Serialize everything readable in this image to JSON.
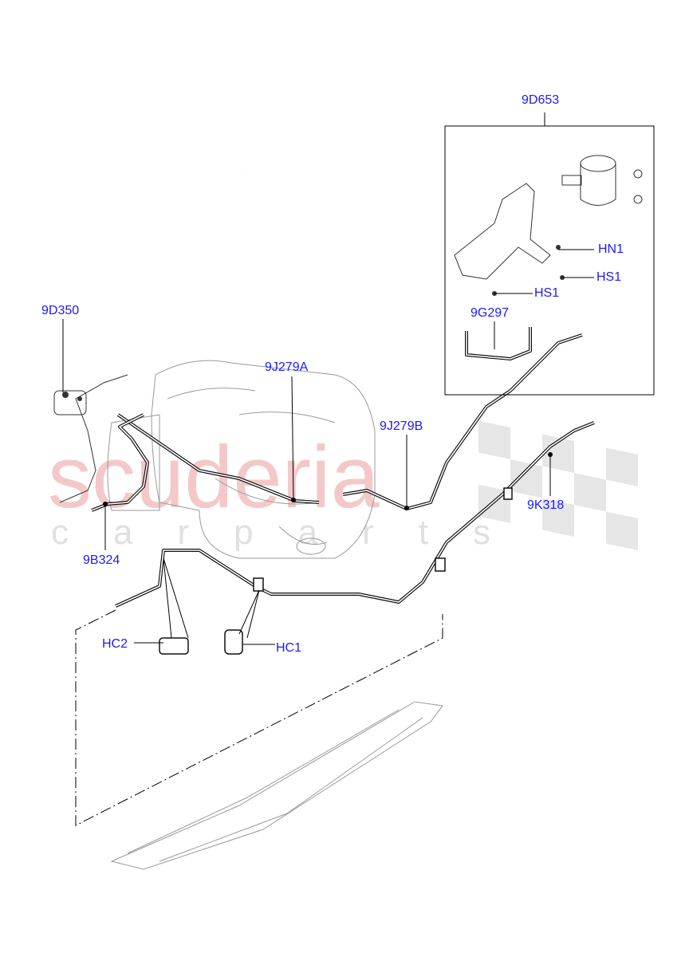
{
  "watermark": {
    "brand": "scuderia",
    "sub": "car parts"
  },
  "labels": {
    "l9D653": "9D653",
    "l9D350": "9D350",
    "l9J279A": "9J279A",
    "l9J279B": "9J279B",
    "l9B324": "9B324",
    "lHC2": "HC2",
    "lHC1": "HC1",
    "l9K318": "9K318",
    "lHN1": "HN1",
    "lHS1a": "HS1",
    "lHS1b": "HS1",
    "l9G297": "9G297"
  },
  "colors": {
    "label": "#1a1aff",
    "watermark": "#f4c8c8"
  }
}
